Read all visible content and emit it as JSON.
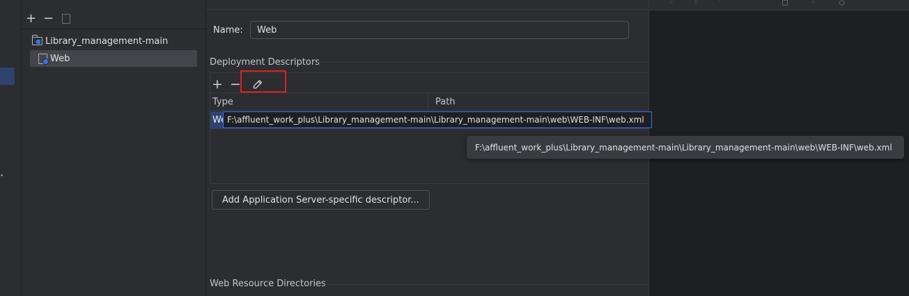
{
  "tree": {
    "root_label": "Library_management-main",
    "child_label": "Web",
    "add_icon": "+",
    "remove_icon": "−"
  },
  "form": {
    "name_label": "Name:",
    "name_value": "Web"
  },
  "deployment": {
    "section_title": "Deployment Descriptors",
    "add_icon": "+",
    "remove_icon": "−",
    "columns": {
      "type": "Type",
      "path": "Path"
    },
    "rows": [
      {
        "type": "Web Module Deployment Descriptor",
        "path": "F:\\affluent_work_plus\\Library_management-main\\Library_management-main\\web\\WEB-INF\\web.xml"
      }
    ],
    "add_server_button": "Add Application Server-specific descriptor..."
  },
  "tooltip_text": "F:\\affluent_work_plus\\Library_management-main\\Library_management-main\\web\\WEB-INF\\web.xml",
  "resources": {
    "section_title": "Web Resource Directories"
  },
  "colors": {
    "selection": "#2e436e",
    "focus_border": "#3574f0",
    "highlight_box": "#e02020"
  }
}
